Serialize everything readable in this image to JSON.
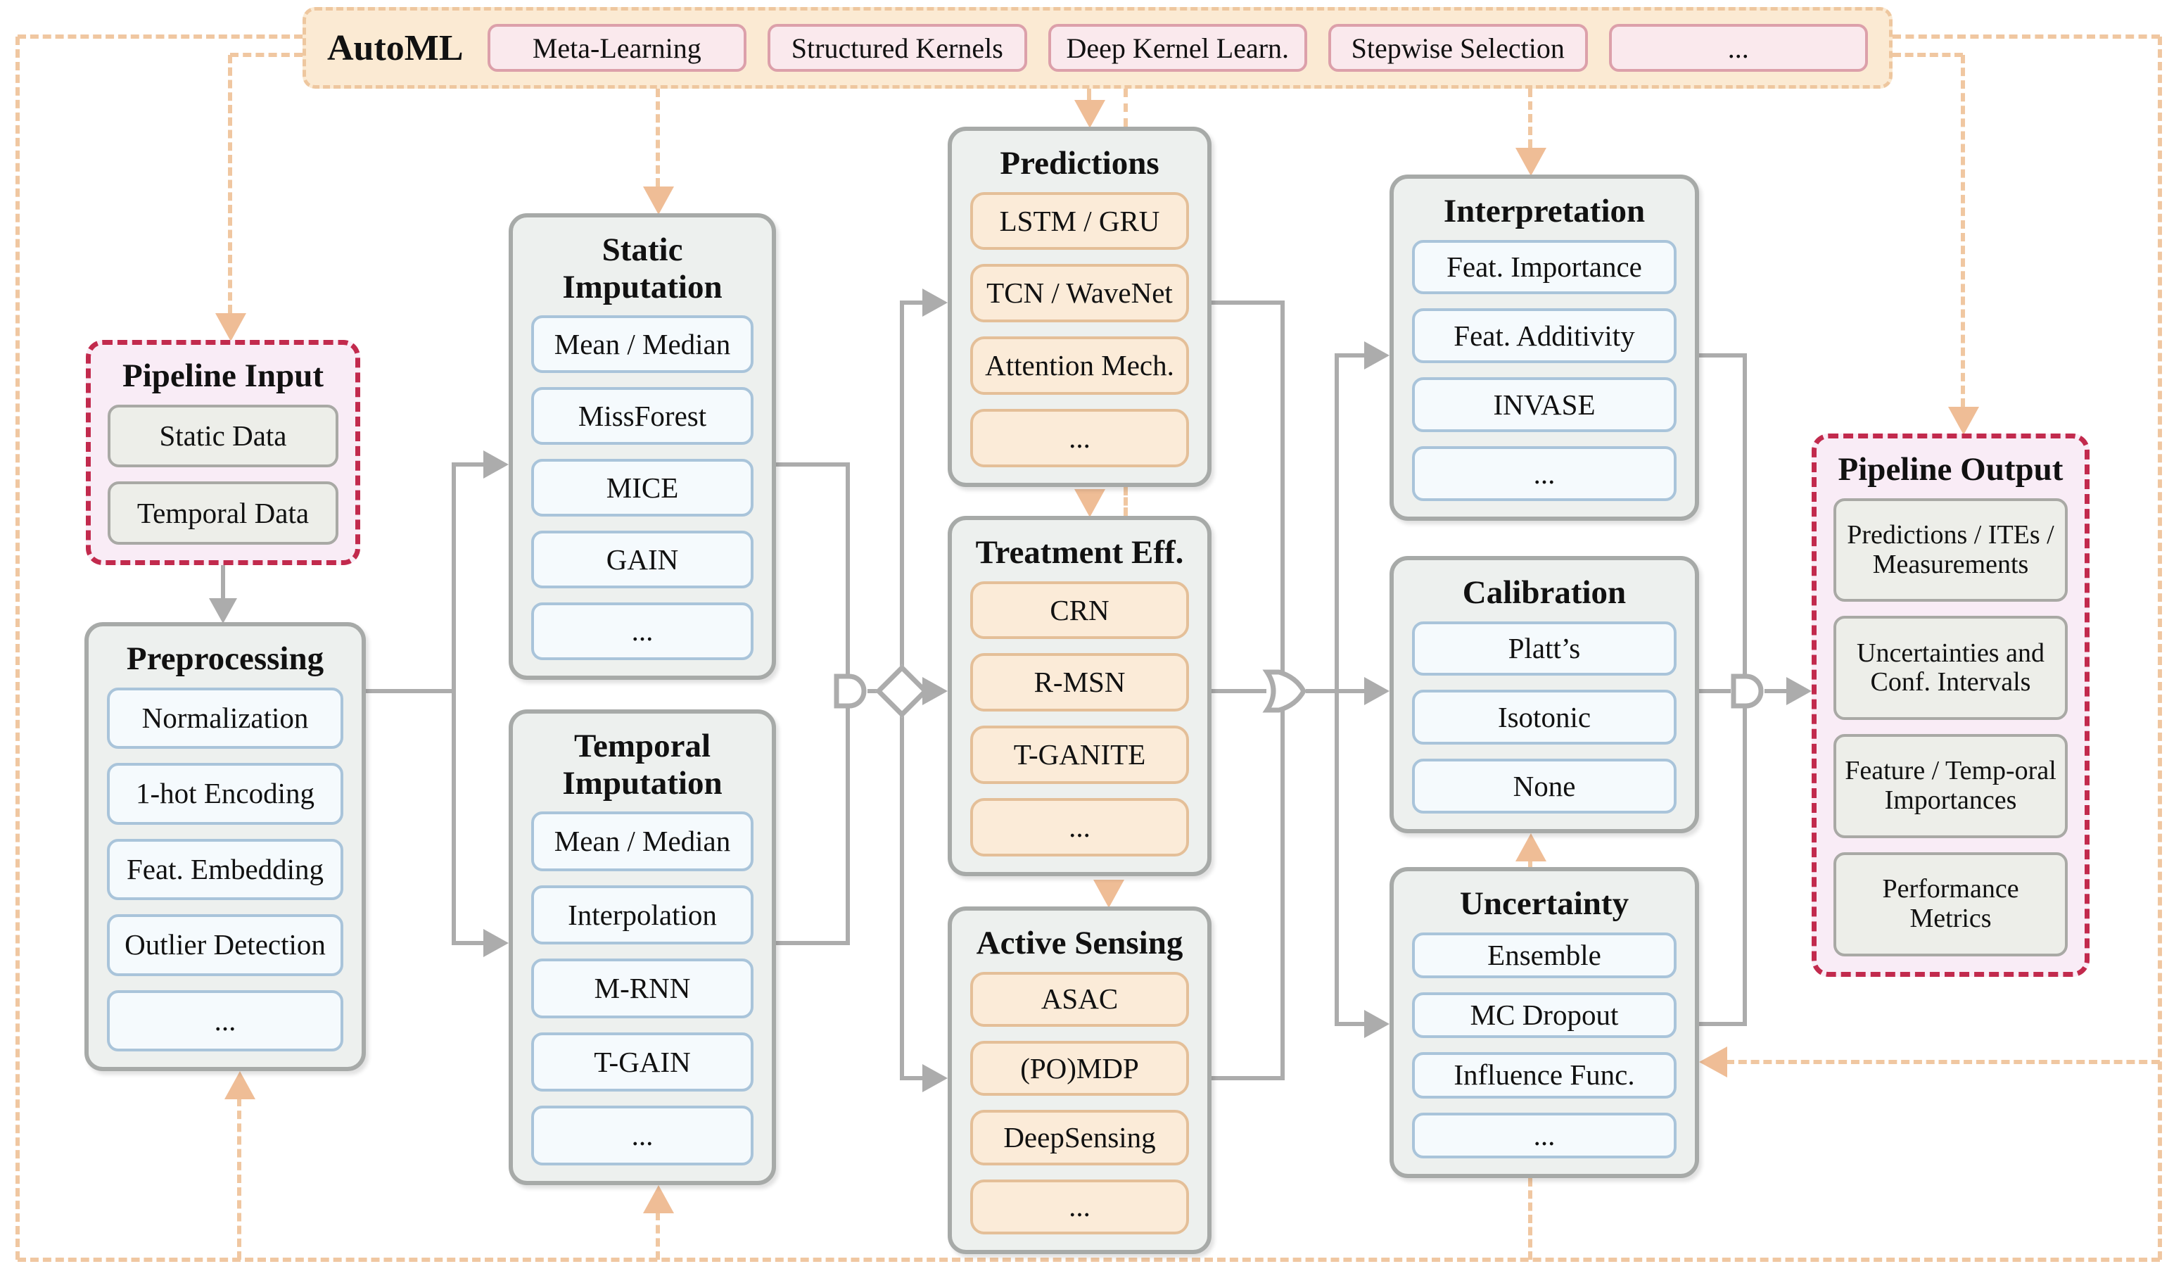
{
  "automl": {
    "label": "AutoML",
    "items": [
      "Meta-Learning",
      "Structured Kernels",
      "Deep Kernel Learn.",
      "Stepwise Selection",
      "..."
    ]
  },
  "pipeline_input": {
    "title": "Pipeline Input",
    "items": [
      "Static Data",
      "Temporal Data"
    ]
  },
  "preprocessing": {
    "title": "Preprocessing",
    "items": [
      "Normalization",
      "1-hot Encoding",
      "Feat. Embedding",
      "Outlier Detection",
      "..."
    ]
  },
  "static_imputation": {
    "title": "Static Imputation",
    "items": [
      "Mean / Median",
      "MissForest",
      "MICE",
      "GAIN",
      "..."
    ]
  },
  "temporal_imputation": {
    "title": "Temporal Imputation",
    "items": [
      "Mean / Median",
      "Interpolation",
      "M-RNN",
      "T-GAIN",
      "..."
    ]
  },
  "predictions": {
    "title": "Predictions",
    "items": [
      "LSTM / GRU",
      "TCN / WaveNet",
      "Attention Mech.",
      "..."
    ]
  },
  "treatment_eff": {
    "title": "Treatment Eff.",
    "items": [
      "CRN",
      "R-MSN",
      "T-GANITE",
      "..."
    ]
  },
  "active_sensing": {
    "title": "Active Sensing",
    "items": [
      "ASAC",
      "(PO)MDP",
      "DeepSensing",
      "..."
    ]
  },
  "interpretation": {
    "title": "Interpretation",
    "items": [
      "Feat. Importance",
      "Feat. Additivity",
      "INVASE",
      "..."
    ]
  },
  "calibration": {
    "title": "Calibration",
    "items": [
      "Platt’s",
      "Isotonic",
      "None"
    ]
  },
  "uncertainty": {
    "title": "Uncertainty",
    "items": [
      "Ensemble",
      "MC Dropout",
      "Influence Func.",
      "..."
    ]
  },
  "pipeline_output": {
    "title": "Pipeline Output",
    "items": [
      "Predictions / ITEs / Measurements",
      "Uncertainties and Conf. Intervals",
      "Feature / Temp-oral Importances",
      "Performance Metrics"
    ]
  },
  "colors": {
    "automl_fill": "#FBEAD3",
    "automl_border": "#EEC79F",
    "automl_item_fill": "#FAE9ED",
    "automl_item_border": "#DCA0AA",
    "io_fill": "#F9ECF6",
    "io_border": "#C22A4D",
    "module_fill": "#EDF0EE",
    "module_border": "#A7AAA8",
    "item_blue_fill": "#F5FAFD",
    "item_blue_border": "#A9C4DA",
    "item_peach_fill": "#FBEBD8",
    "item_peach_border": "#E4BF98",
    "item_gray_fill": "#EDEEE9",
    "item_gray_border": "#A9A9A5",
    "flow_line": "#ACACAC",
    "feedback_dash": "#F0C7A1",
    "feedback_arrow": "#EFBD96"
  }
}
